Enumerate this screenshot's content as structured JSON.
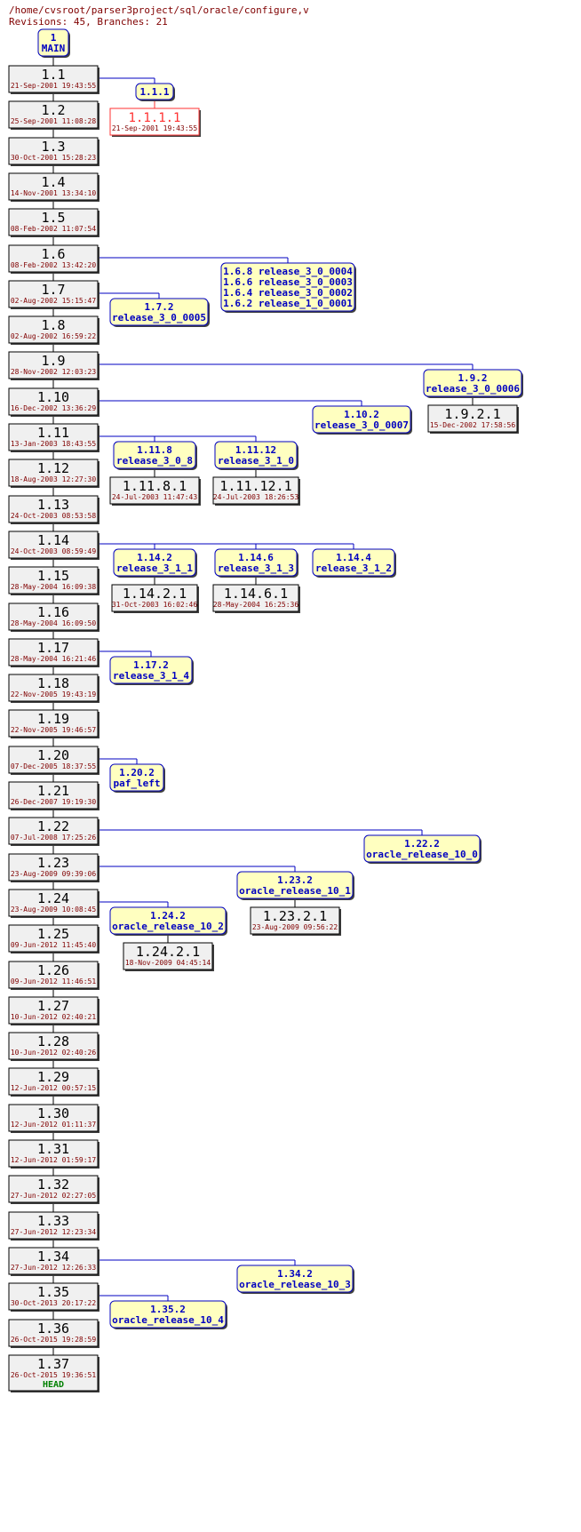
{
  "header": {
    "path": "/home/cvsroot/parser3project/sql/oracle/configure,v",
    "summary": "Revisions: 45, Branches: 21"
  },
  "trunk": {
    "branch_label": [
      "1",
      "MAIN"
    ],
    "revisions": [
      {
        "rev": "1.1",
        "date": "21-Sep-2001 19:43:55"
      },
      {
        "rev": "1.2",
        "date": "25-Sep-2001 11:08:28"
      },
      {
        "rev": "1.3",
        "date": "30-Oct-2001 15:28:23"
      },
      {
        "rev": "1.4",
        "date": "14-Nov-2001 13:34:10"
      },
      {
        "rev": "1.5",
        "date": "08-Feb-2002 11:07:54"
      },
      {
        "rev": "1.6",
        "date": "08-Feb-2002 13:42:20"
      },
      {
        "rev": "1.7",
        "date": "02-Aug-2002 15:15:47"
      },
      {
        "rev": "1.8",
        "date": "02-Aug-2002 16:59:22"
      },
      {
        "rev": "1.9",
        "date": "28-Nov-2002 12:03:23"
      },
      {
        "rev": "1.10",
        "date": "16-Dec-2002 13:36:29"
      },
      {
        "rev": "1.11",
        "date": "13-Jan-2003 18:43:55"
      },
      {
        "rev": "1.12",
        "date": "18-Aug-2003 12:27:30"
      },
      {
        "rev": "1.13",
        "date": "24-Oct-2003 08:53:58"
      },
      {
        "rev": "1.14",
        "date": "24-Oct-2003 08:59:49"
      },
      {
        "rev": "1.15",
        "date": "28-May-2004 16:09:38"
      },
      {
        "rev": "1.16",
        "date": "28-May-2004 16:09:50"
      },
      {
        "rev": "1.17",
        "date": "28-May-2004 16:21:46"
      },
      {
        "rev": "1.18",
        "date": "22-Nov-2005 19:43:19"
      },
      {
        "rev": "1.19",
        "date": "22-Nov-2005 19:46:57"
      },
      {
        "rev": "1.20",
        "date": "07-Dec-2005 18:37:55"
      },
      {
        "rev": "1.21",
        "date": "26-Dec-2007 19:19:30"
      },
      {
        "rev": "1.22",
        "date": "07-Jul-2008 17:25:26"
      },
      {
        "rev": "1.23",
        "date": "23-Aug-2009 09:39:06"
      },
      {
        "rev": "1.24",
        "date": "23-Aug-2009 10:08:45"
      },
      {
        "rev": "1.25",
        "date": "09-Jun-2012 11:45:40"
      },
      {
        "rev": "1.26",
        "date": "09-Jun-2012 11:46:51"
      },
      {
        "rev": "1.27",
        "date": "10-Jun-2012 02:40:21"
      },
      {
        "rev": "1.28",
        "date": "10-Jun-2012 02:40:26"
      },
      {
        "rev": "1.29",
        "date": "12-Jun-2012 00:57:15"
      },
      {
        "rev": "1.30",
        "date": "12-Jun-2012 01:11:37"
      },
      {
        "rev": "1.31",
        "date": "12-Jun-2012 01:59:17"
      },
      {
        "rev": "1.32",
        "date": "27-Jun-2012 02:27:05"
      },
      {
        "rev": "1.33",
        "date": "27-Jun-2012 12:23:34"
      },
      {
        "rev": "1.34",
        "date": "27-Jun-2012 12:26:33"
      },
      {
        "rev": "1.35",
        "date": "30-Oct-2013 20:17:22"
      },
      {
        "rev": "1.36",
        "date": "26-Oct-2015 19:28:59"
      },
      {
        "rev": "1.37",
        "date": "26-Oct-2015 19:36:51",
        "tag": "HEAD"
      }
    ]
  },
  "branches": [
    {
      "from": "1.1",
      "lines": [
        "1.1.1"
      ],
      "revisions": [
        {
          "rev": "1.1.1.1",
          "date": "21-Sep-2001 19:43:55",
          "dead": true
        }
      ]
    },
    {
      "from": "1.6",
      "lines": [
        "1.6.8 release_3_0_0004",
        "1.6.6 release_3_0_0003",
        "1.6.4 release_3_0_0002",
        "1.6.2 release_1_0_0001"
      ],
      "revisions": []
    },
    {
      "from": "1.7",
      "lines": [
        "1.7.2",
        "release_3_0_0005"
      ],
      "revisions": []
    },
    {
      "from": "1.9",
      "lines": [
        "1.9.2",
        "release_3_0_0006"
      ],
      "revisions": [
        {
          "rev": "1.9.2.1",
          "date": "15-Dec-2002 17:58:56"
        }
      ]
    },
    {
      "from": "1.10",
      "lines": [
        "1.10.2",
        "release_3_0_0007"
      ],
      "revisions": []
    },
    {
      "from": "1.11",
      "lines": [
        "1.11.8",
        "release_3_0_8"
      ],
      "revisions": [
        {
          "rev": "1.11.8.1",
          "date": "24-Jul-2003 11:47:43"
        }
      ]
    },
    {
      "from": "1.11",
      "lines": [
        "1.11.12",
        "release_3_1_0"
      ],
      "revisions": [
        {
          "rev": "1.11.12.1",
          "date": "24-Jul-2003 18:26:53"
        }
      ]
    },
    {
      "from": "1.14",
      "lines": [
        "1.14.2",
        "release_3_1_1"
      ],
      "revisions": [
        {
          "rev": "1.14.2.1",
          "date": "31-Oct-2003 16:02:46"
        }
      ]
    },
    {
      "from": "1.14",
      "lines": [
        "1.14.6",
        "release_3_1_3"
      ],
      "revisions": [
        {
          "rev": "1.14.6.1",
          "date": "28-May-2004 16:25:36"
        }
      ]
    },
    {
      "from": "1.14",
      "lines": [
        "1.14.4",
        "release_3_1_2"
      ],
      "revisions": []
    },
    {
      "from": "1.17",
      "lines": [
        "1.17.2",
        "release_3_1_4"
      ],
      "revisions": []
    },
    {
      "from": "1.20",
      "lines": [
        "1.20.2",
        "paf_left"
      ],
      "revisions": []
    },
    {
      "from": "1.22",
      "lines": [
        "1.22.2",
        "oracle_release_10_0"
      ],
      "revisions": []
    },
    {
      "from": "1.23",
      "lines": [
        "1.23.2",
        "oracle_release_10_1"
      ],
      "revisions": [
        {
          "rev": "1.23.2.1",
          "date": "23-Aug-2009 09:56:22"
        }
      ]
    },
    {
      "from": "1.24",
      "lines": [
        "1.24.2",
        "oracle_release_10_2"
      ],
      "revisions": [
        {
          "rev": "1.24.2.1",
          "date": "18-Nov-2009 04:45:14"
        }
      ]
    },
    {
      "from": "1.34",
      "lines": [
        "1.34.2",
        "oracle_release_10_3"
      ],
      "revisions": []
    },
    {
      "from": "1.35",
      "lines": [
        "1.35.2",
        "oracle_release_10_4"
      ],
      "revisions": []
    }
  ],
  "colors": {
    "branch_fill": "#ffffc0",
    "branch_border": "#0000c0",
    "branch_text": "#0000c0",
    "rev_fill": "#f0f0f0",
    "rev_border": "#000000",
    "date_text": "#800000",
    "dead_border": "#ff3030",
    "head_text": "#008000",
    "link_line": "#0000c0"
  }
}
